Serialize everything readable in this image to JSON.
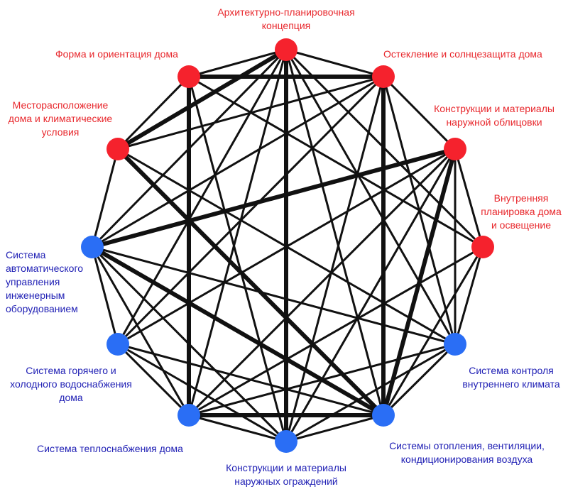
{
  "diagram": {
    "colors": {
      "red_node": "#f5222d",
      "blue_node": "#2a6ef5",
      "edge": "#111111",
      "red_text": "#e8282d",
      "blue_text": "#2121b5"
    },
    "nodes": [
      {
        "id": 0,
        "group": "red",
        "label": "Архитектурно-планировочная\nконцепция"
      },
      {
        "id": 1,
        "group": "red",
        "label": "Остекление и солнцезащита дома"
      },
      {
        "id": 2,
        "group": "red",
        "label": "Конструкции и материалы\nнаружной облицовки"
      },
      {
        "id": 3,
        "group": "red",
        "label": "Внутренняя\nпланировка дома\nи освещение"
      },
      {
        "id": 4,
        "group": "blue",
        "label": "Система контроля\nвнутреннего климата"
      },
      {
        "id": 5,
        "group": "blue",
        "label": "Системы отопления, вентиляции,\nкондиционирования воздуха"
      },
      {
        "id": 6,
        "group": "blue",
        "label": "Конструкции и материалы\nнаружных ограждений"
      },
      {
        "id": 7,
        "group": "blue",
        "label": "Система теплоснабжения дома"
      },
      {
        "id": 8,
        "group": "blue",
        "label": "Система горячего и\nхолодного водоснабжения\nдома"
      },
      {
        "id": 9,
        "group": "blue",
        "label": "Система\nавтоматического\nуправления\nинженерным\nоборудованием"
      },
      {
        "id": 10,
        "group": "red",
        "label": "Месторасположение\nдома и климатические\nусловия"
      },
      {
        "id": 11,
        "group": "red",
        "label": "Форма и ориентация дома"
      }
    ],
    "edges": [
      {
        "from": 0,
        "to": 1,
        "weight": 1
      },
      {
        "from": 0,
        "to": 11,
        "weight": 1
      },
      {
        "from": 0,
        "to": 10,
        "weight": 2
      },
      {
        "from": 0,
        "to": 6,
        "weight": 2
      },
      {
        "from": 0,
        "to": 7,
        "weight": 1
      },
      {
        "from": 0,
        "to": 8,
        "weight": 1
      },
      {
        "from": 0,
        "to": 5,
        "weight": 1
      },
      {
        "from": 0,
        "to": 4,
        "weight": 1
      },
      {
        "from": 0,
        "to": 3,
        "weight": 1
      },
      {
        "from": 0,
        "to": 9,
        "weight": 1
      },
      {
        "from": 1,
        "to": 11,
        "weight": 2
      },
      {
        "from": 1,
        "to": 10,
        "weight": 1
      },
      {
        "from": 1,
        "to": 2,
        "weight": 1
      },
      {
        "from": 1,
        "to": 5,
        "weight": 2
      },
      {
        "from": 1,
        "to": 4,
        "weight": 1
      },
      {
        "from": 1,
        "to": 6,
        "weight": 1
      },
      {
        "from": 1,
        "to": 8,
        "weight": 1
      },
      {
        "from": 1,
        "to": 9,
        "weight": 1
      },
      {
        "from": 2,
        "to": 9,
        "weight": 2
      },
      {
        "from": 2,
        "to": 5,
        "weight": 2
      },
      {
        "from": 2,
        "to": 3,
        "weight": 1
      },
      {
        "from": 2,
        "to": 4,
        "weight": 1
      },
      {
        "from": 2,
        "to": 6,
        "weight": 1
      },
      {
        "from": 2,
        "to": 7,
        "weight": 1
      },
      {
        "from": 2,
        "to": 8,
        "weight": 1
      },
      {
        "from": 3,
        "to": 4,
        "weight": 1
      },
      {
        "from": 3,
        "to": 5,
        "weight": 1
      },
      {
        "from": 3,
        "to": 7,
        "weight": 1
      },
      {
        "from": 3,
        "to": 11,
        "weight": 1
      },
      {
        "from": 4,
        "to": 5,
        "weight": 1
      },
      {
        "from": 4,
        "to": 6,
        "weight": 1
      },
      {
        "from": 4,
        "to": 9,
        "weight": 1
      },
      {
        "from": 4,
        "to": 10,
        "weight": 1
      },
      {
        "from": 4,
        "to": 7,
        "weight": 1
      },
      {
        "from": 5,
        "to": 6,
        "weight": 1
      },
      {
        "from": 5,
        "to": 7,
        "weight": 2
      },
      {
        "from": 5,
        "to": 8,
        "weight": 1
      },
      {
        "from": 5,
        "to": 9,
        "weight": 2
      },
      {
        "from": 5,
        "to": 10,
        "weight": 2
      },
      {
        "from": 6,
        "to": 7,
        "weight": 1
      },
      {
        "from": 6,
        "to": 8,
        "weight": 1
      },
      {
        "from": 6,
        "to": 9,
        "weight": 1
      },
      {
        "from": 6,
        "to": 11,
        "weight": 1
      },
      {
        "from": 7,
        "to": 8,
        "weight": 1
      },
      {
        "from": 7,
        "to": 11,
        "weight": 2
      },
      {
        "from": 7,
        "to": 9,
        "weight": 1
      },
      {
        "from": 8,
        "to": 9,
        "weight": 1
      },
      {
        "from": 9,
        "to": 10,
        "weight": 1
      },
      {
        "from": 10,
        "to": 11,
        "weight": 1
      }
    ]
  }
}
